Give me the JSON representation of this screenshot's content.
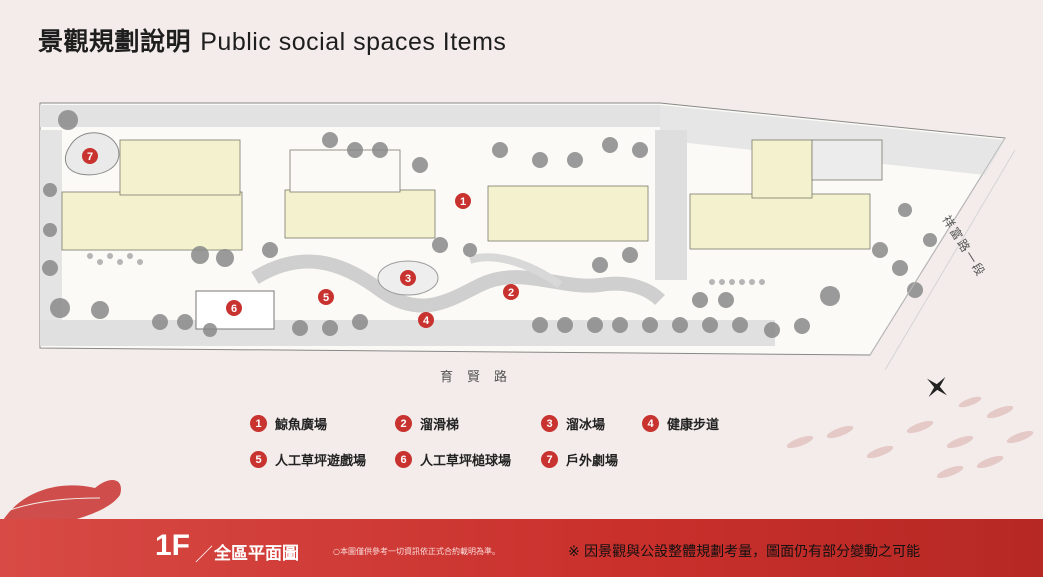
{
  "header": {
    "title_zh": "景觀規劃說明",
    "title_en": "Public social spaces Items"
  },
  "map": {
    "road_bottom": "育賢路",
    "road_side": "祥富路一段",
    "markers": [
      "1",
      "2",
      "3",
      "4",
      "5",
      "6",
      "7"
    ]
  },
  "legend": {
    "items": [
      {
        "num": "1",
        "label": "鯨魚廣場"
      },
      {
        "num": "2",
        "label": "溜滑梯"
      },
      {
        "num": "3",
        "label": "溜冰場"
      },
      {
        "num": "4",
        "label": "健康步道"
      },
      {
        "num": "5",
        "label": "人工草坪遊戲場"
      },
      {
        "num": "6",
        "label": "人工草坪槌球場"
      },
      {
        "num": "7",
        "label": "戶外劇場"
      }
    ]
  },
  "footer": {
    "floor": "1F",
    "slash": "／",
    "plan_name": "全區平面圖",
    "disclaimer": "○本圖僅供參考一切資訊依正式合約載明為準。",
    "note": "※ 因景觀與公設整體規劃考量，圖面仍有部分變動之可能"
  },
  "colors": {
    "accent": "#c8322f",
    "building": "#f4f1cf",
    "paving": "#dcdcdc",
    "background": "#f3ecea"
  }
}
